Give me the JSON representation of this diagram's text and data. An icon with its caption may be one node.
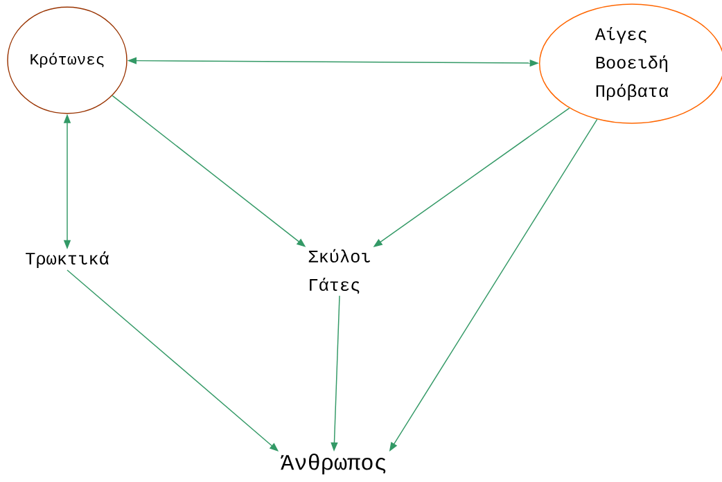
{
  "diagram": {
    "nodes": [
      {
        "text": [
          "Κρότωνες"
        ]
      },
      {
        "text": [
          "Αίγες",
          "Βοοειδή",
          "Πρόβατα"
        ]
      },
      {
        "text": [
          "Τρωκτικά"
        ]
      },
      {
        "text": [
          "Σκύλοι",
          "Γάτες"
        ]
      },
      {
        "text": [
          "Άνθρωπος"
        ]
      }
    ],
    "edges": [
      {
        "from": 0,
        "to": 1,
        "arrow": "both"
      },
      {
        "from": 0,
        "to": 2,
        "arrow": "both"
      },
      {
        "from": 0,
        "to": 3,
        "arrow": "to"
      },
      {
        "from": 1,
        "to": 3,
        "arrow": "to"
      },
      {
        "from": 1,
        "to": 4,
        "arrow": "to"
      },
      {
        "from": 2,
        "to": 4,
        "arrow": "to"
      },
      {
        "from": 3,
        "to": 4,
        "arrow": "to"
      }
    ]
  }
}
